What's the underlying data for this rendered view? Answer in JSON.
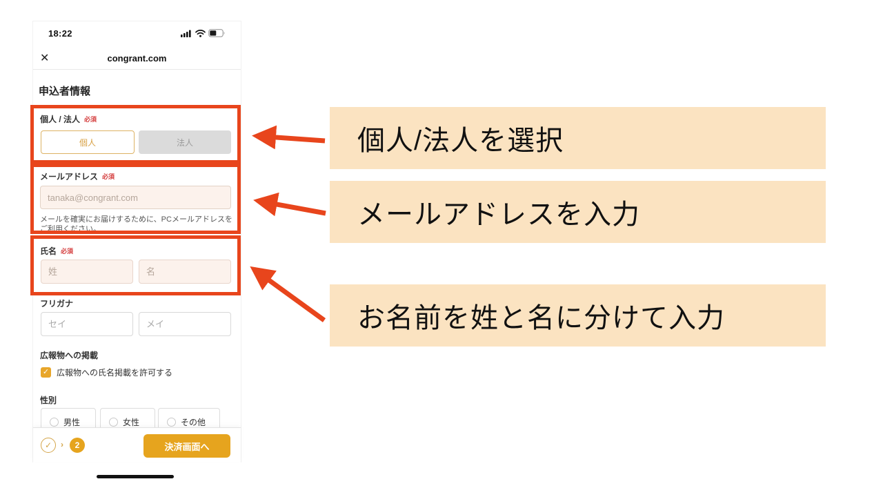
{
  "colors": {
    "accent_red": "#E8451C",
    "annotation_bg": "#FBE3C1",
    "brand_gold": "#E6A41E",
    "required_red": "#D43C3C"
  },
  "status_bar": {
    "time": "18:22"
  },
  "browser_header": {
    "close_glyph": "✕",
    "title": "congrant.com"
  },
  "form": {
    "section_title": "申込者情報",
    "type_field": {
      "label": "個人 / 法人",
      "required": "必須",
      "option_individual": "個人",
      "option_corporate": "法人"
    },
    "email_field": {
      "label": "メールアドレス",
      "required": "必須",
      "placeholder": "tanaka@congrant.com",
      "helper": "メールを確実にお届けするために、PCメールアドレスをご利用ください。"
    },
    "name_field": {
      "label": "氏名",
      "required": "必須",
      "last_placeholder": "姓",
      "first_placeholder": "名"
    },
    "kana_field": {
      "label": "フリガナ",
      "last_placeholder": "セイ",
      "first_placeholder": "メイ"
    },
    "publicity_field": {
      "label": "広報物への掲載",
      "check_glyph": "✓",
      "checkbox_label": "広報物への氏名掲載を許可する"
    },
    "gender_field": {
      "label": "性別",
      "options": [
        "男性",
        "女性",
        "その他"
      ]
    },
    "footer": {
      "done_glyph": "✓",
      "chevron_glyph": "›",
      "step_badge": "2",
      "submit_label": "決済画面へ"
    }
  },
  "annotations": [
    {
      "text": "個人/法人を選択"
    },
    {
      "text": "メールアドレスを入力"
    },
    {
      "text": "お名前を姓と名に分けて入力"
    }
  ]
}
